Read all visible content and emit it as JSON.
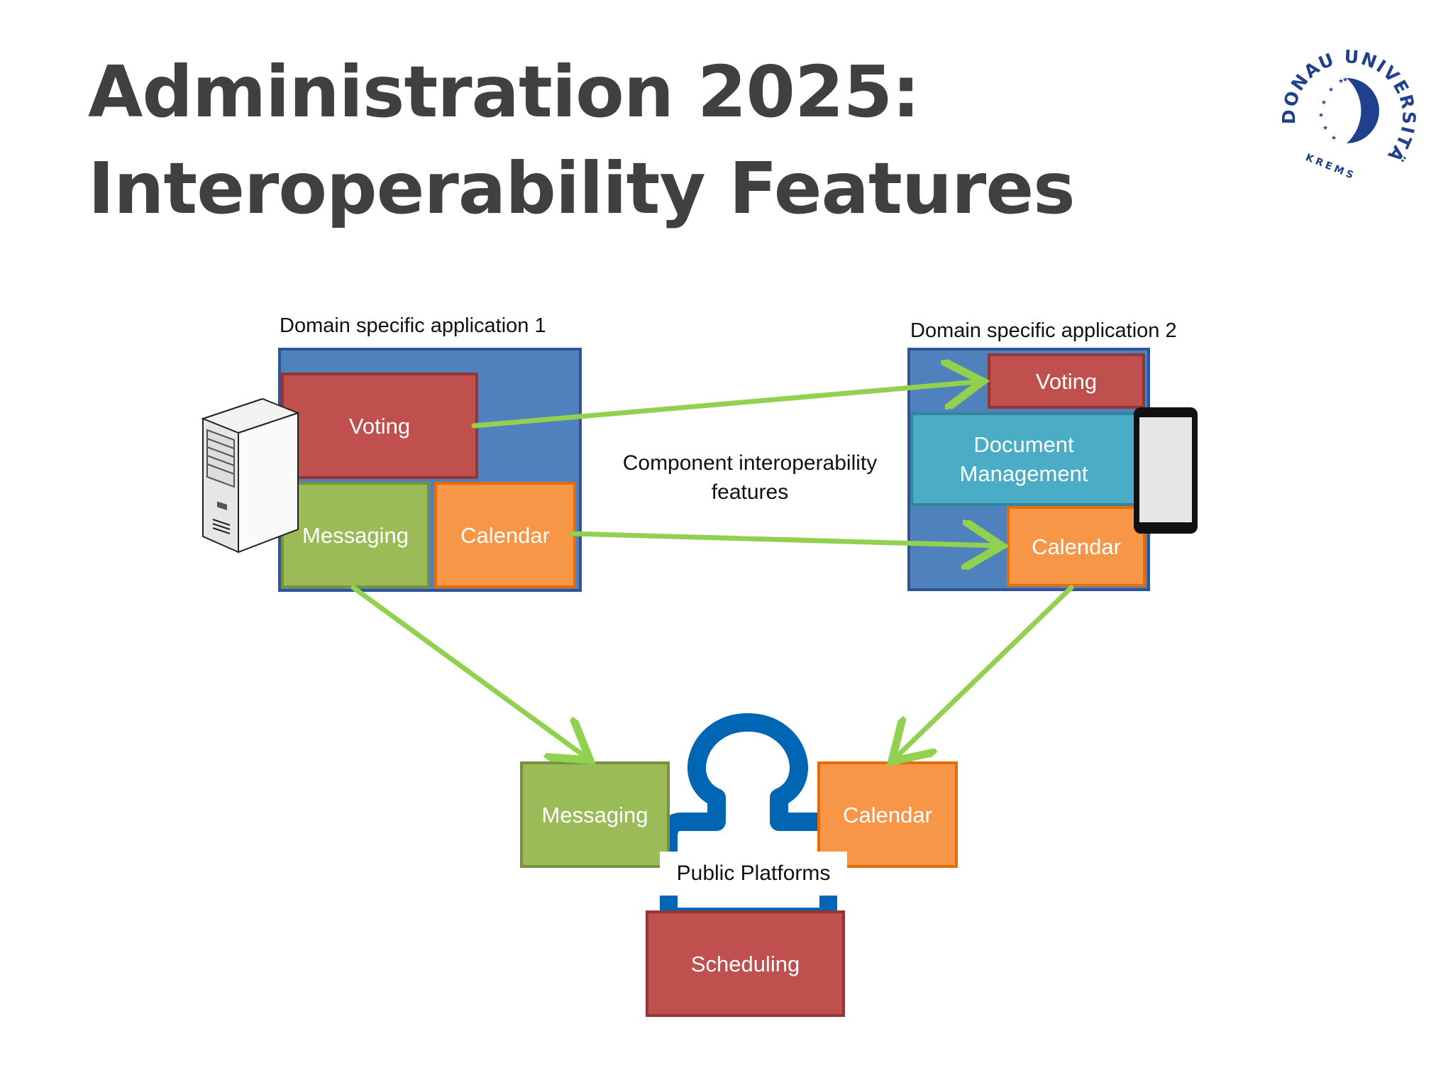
{
  "title": {
    "line1": "Administration 2025:",
    "line2": "Interoperability Features"
  },
  "logo": {
    "text_top": "DONAU UNIVERSITÄT",
    "text_bottom": "KREMS",
    "color": "#1f3f8f"
  },
  "app1": {
    "label": "Domain specific application 1",
    "components": {
      "voting": "Voting",
      "messaging": "Messaging",
      "calendar": "Calendar"
    }
  },
  "app2": {
    "label": "Domain specific application 2",
    "components": {
      "voting": "Voting",
      "document_management": "Document Management",
      "calendar": "Calendar"
    }
  },
  "center_label": "Component interoperability features",
  "platform": {
    "label": "Public Platforms",
    "components": {
      "messaging": "Messaging",
      "calendar": "Calendar",
      "scheduling": "Scheduling"
    }
  },
  "colors": {
    "panel_blue": "#4f81bd",
    "red": "#c0504d",
    "green": "#9bbb59",
    "orange": "#f79646",
    "teal": "#4bacc6",
    "arrow_green": "#92d050",
    "person_blue": "#0066b3"
  },
  "icons": [
    "server-icon",
    "smartphone-icon",
    "person-icon",
    "university-logo"
  ]
}
